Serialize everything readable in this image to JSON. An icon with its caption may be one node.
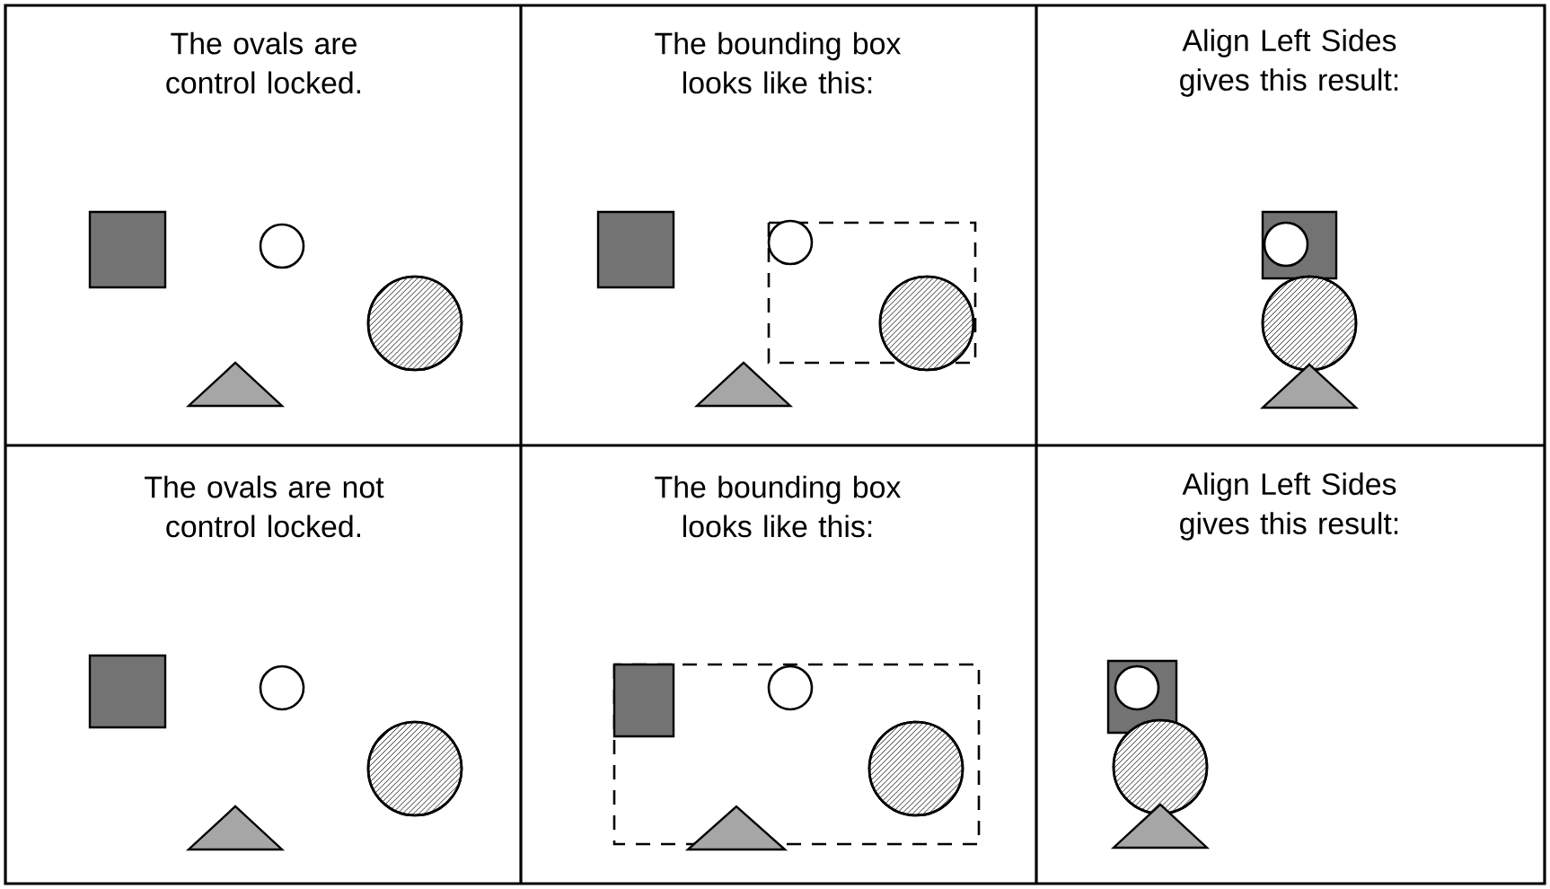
{
  "diagram": {
    "labels": [
      "The ovals are control locked.",
      "The bounding box looks like this:",
      "Align Left Sides gives this result:",
      "The ovals are not control locked.",
      "The bounding box looks like this:",
      "Align Left Sides gives this result:"
    ]
  }
}
